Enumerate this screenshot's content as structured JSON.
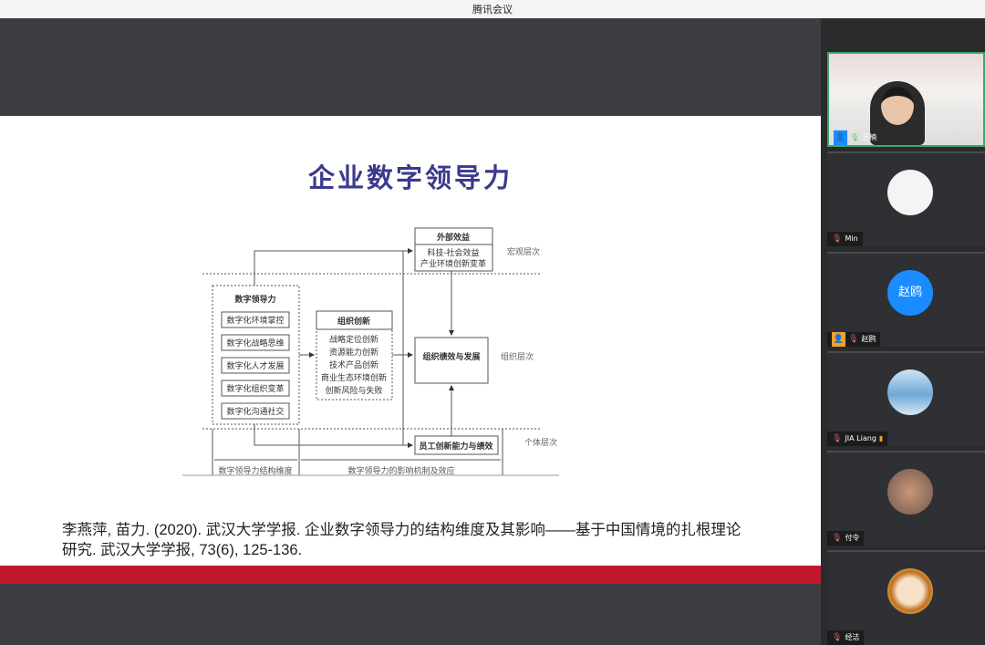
{
  "app_title": "腾讯会议",
  "slide": {
    "title": "企业数字领导力",
    "diagram": {
      "external": {
        "title": "外部效益",
        "lines": [
          "科技-社会效益",
          "产业环境创新变革"
        ]
      },
      "leader": {
        "title": "数字领导力",
        "items": [
          "数字化环境掌控",
          "数字化战略思维",
          "数字化人才发展",
          "数字化组织变革",
          "数字化沟通社交"
        ]
      },
      "innovation": {
        "title": "组织创新",
        "lines": [
          "战略定位创新",
          "资源能力创新",
          "技术产品创新",
          "商业生态环境创新",
          "创新风险与失败"
        ]
      },
      "performance": "组织绩效与发展",
      "employee": "员工创新能力与绩效",
      "levels": [
        "宏观层次",
        "组织层次",
        "个体层次"
      ],
      "bottom": [
        "数字领导力结构维度",
        "数字领导力的影响机制及效应"
      ]
    },
    "citation": [
      "李燕萍, 苗力. (2020). 武汉大学学报. 企业数字领导力的结构维度及其影响——基于中国情境的扎根理论",
      "研究. 武汉大学学报, 73(6), 125-136."
    ]
  },
  "participants": [
    {
      "name": "王楠",
      "video": true
    },
    {
      "name": "Min"
    },
    {
      "name": "赵鸥",
      "avatar_text": "赵鸥",
      "host": true
    },
    {
      "name": "JIA Liang",
      "signal": true
    },
    {
      "name": "付令"
    },
    {
      "name": "经洁"
    }
  ],
  "colors": {
    "accent": "#1a8cff",
    "slide_title": "#3b3a8c",
    "red_bar": "#c0182d"
  }
}
